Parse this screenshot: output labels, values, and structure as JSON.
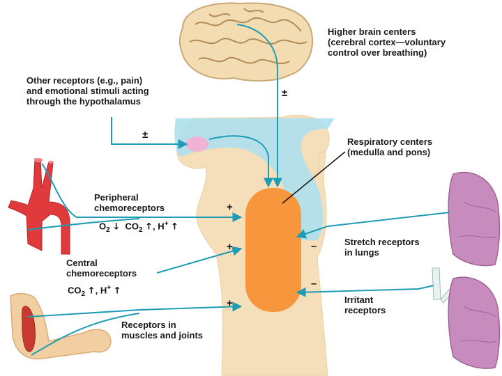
{
  "labels": {
    "higher_brain": [
      "Higher brain centers",
      "(cerebral cortex—voluntary",
      "control over breathing)"
    ],
    "other_receptors": [
      "Other receptors (e.g., pain)",
      "and emotional stimuli acting",
      "through the hypothalamus"
    ],
    "respiratory_centers": [
      "Respiratory centers",
      "(medulla and pons)"
    ],
    "peripheral": [
      "Peripheral",
      "chemoreceptors"
    ],
    "central": [
      "Central",
      "chemoreceptors"
    ],
    "stretch": [
      "Stretch receptors",
      "in lungs"
    ],
    "irritant": [
      "Irritant",
      "receptors"
    ],
    "muscles": [
      "Receptors in",
      "muscles and joints"
    ]
  },
  "chem": {
    "peripheral": {
      "o2": "O",
      "o2_sub": "2",
      "o2_arrow": "↓",
      "co2": "CO",
      "co2_sub": "2",
      "co2_arrow": "↑",
      "sep": ", ",
      "h": "H",
      "h_sup": "+",
      "h_arrow": "↑"
    },
    "central": {
      "co2": "CO",
      "co2_sub": "2",
      "co2_arrow": "↑",
      "sep": ", ",
      "h": "H",
      "h_sup": "+",
      "h_arrow": "↑"
    }
  },
  "signs": {
    "higher_brain": "±",
    "hypothalamus": "±",
    "peripheral": "+",
    "central": "+",
    "muscles": "+",
    "stretch": "–",
    "irritant": "–"
  },
  "colors": {
    "nerve": "#1e9bb5",
    "brainstem": "#f4dfba",
    "ventricle": "#aee0ee",
    "respiratory_center": "#f7963c",
    "hypothalamus": "#f0b3d6",
    "artery": "#e03a3c",
    "lung": "#c88bbd",
    "skin": "#f2cfa2",
    "muscle": "#c83a30"
  }
}
